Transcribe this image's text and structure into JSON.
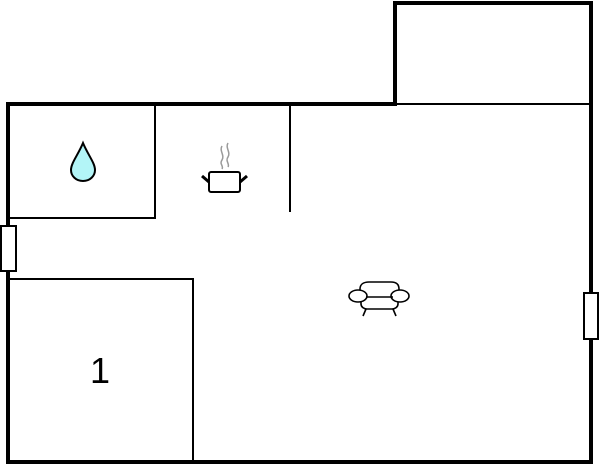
{
  "floorplan": {
    "colors": {
      "wall": "#000000",
      "background": "#ffffff",
      "water": "#b3f5f7",
      "steam": "#9a9a9a"
    },
    "rooms": [
      {
        "id": "bathroom",
        "icon": "water-drop-icon"
      },
      {
        "id": "kitchen",
        "icon": "cooking-pot-icon"
      },
      {
        "id": "living-room",
        "icon": "armchair-icon"
      },
      {
        "id": "bedroom-1",
        "label": "1"
      },
      {
        "id": "upper-right-room"
      }
    ],
    "windows": [
      {
        "id": "window-left"
      },
      {
        "id": "window-right"
      }
    ]
  }
}
